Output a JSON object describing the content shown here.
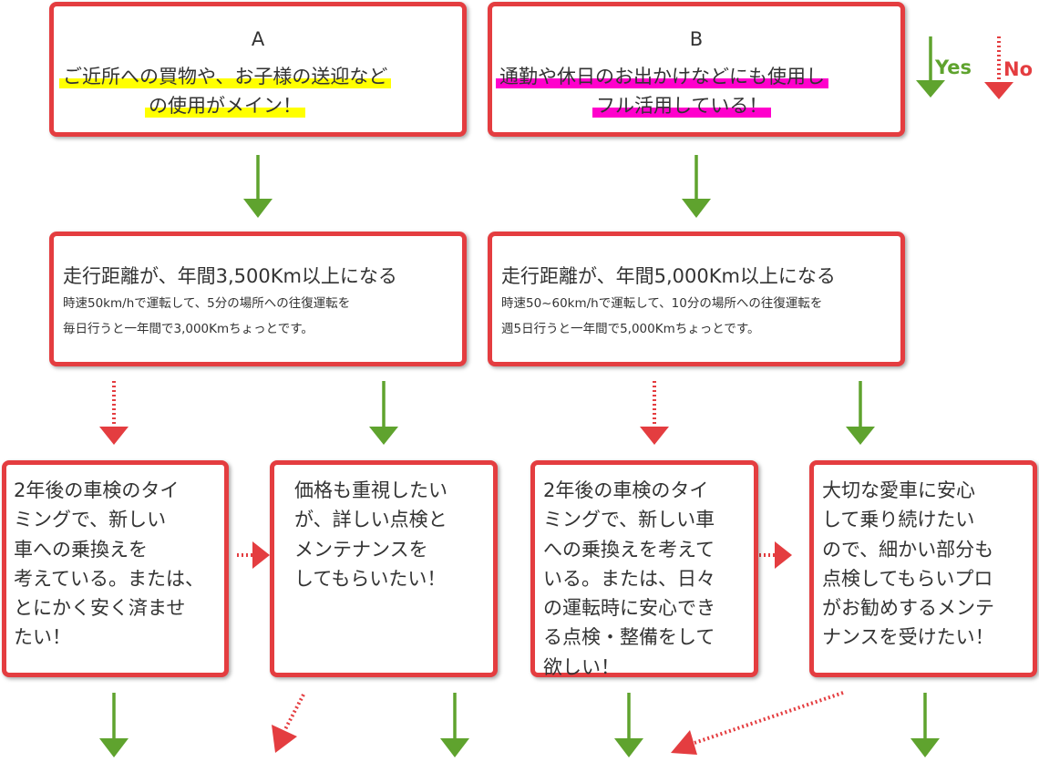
{
  "colors": {
    "border": "#e43d40",
    "yes_arrow": "#5fa32e",
    "no_arrow": "#e43d40",
    "highlight_a": "#ffff00",
    "highlight_b": "#ff00cc",
    "text": "#333333"
  },
  "legend": {
    "yes_label": "Yes",
    "no_label": "No"
  },
  "box_a": {
    "letter": "A",
    "line1": "ご近所への買物や、お子様の送迎など",
    "line2": "の使用がメイン！"
  },
  "box_b": {
    "letter": "B",
    "line1": "通勤や休日のお出かけなどにも使用し",
    "line2": "フル活用している！"
  },
  "cond_a": {
    "title": "走行距離が、年間3,500Km以上になる",
    "note1": "時速50km/hで運転して、5分の場所への往復運転を",
    "note2": "毎日行うと一年間で3,000Kmちょっとです。"
  },
  "cond_b": {
    "title": "走行距離が、年間5,000Km以上になる",
    "note1": "時速50~60km/hで運転して、10分の場所への往復運転を",
    "note2": "週5日行うと一年間で5,000Kmちょっとです。"
  },
  "options": [
    {
      "lines": [
        "2年後の車検のタイ",
        "ミングで、新しい",
        "車への乗換えを",
        "考えている。または、",
        "とにかく安く済ませ",
        "たい！"
      ]
    },
    {
      "lines": [
        "価格も重視したい",
        "が、詳しい点検と",
        "メンテナンスを",
        "してもらいたい！"
      ]
    },
    {
      "lines": [
        "2年後の車検のタイ",
        "ミングで、新しい車",
        "への乗換えを考えて",
        "いる。または、日々",
        "の運転時に安心でき",
        "る点検・整備をして",
        "欲しい！"
      ]
    },
    {
      "lines": [
        "大切な愛車に安心",
        "して乗り続けたい",
        "ので、細かい部分も",
        "点検してもらいプロ",
        "がお勧めするメンテ",
        "ナンスを受けたい！"
      ]
    }
  ]
}
